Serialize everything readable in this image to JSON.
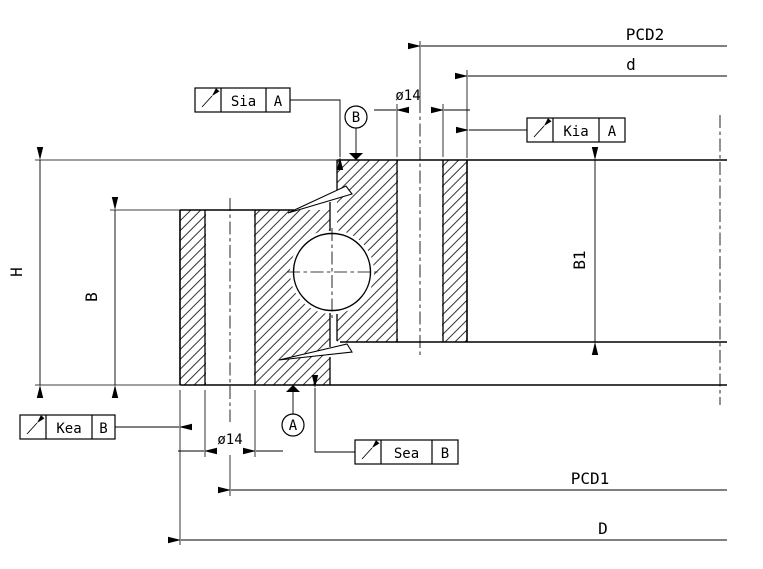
{
  "colors": {
    "line": "#000000",
    "background": "#ffffff"
  },
  "dimensions": {
    "pcd2": "PCD2",
    "bore": "d",
    "hole_top": "ø14",
    "hole_bottom": "ø14",
    "total_height": "H",
    "ring_width_b": "B",
    "ring_width_b1": "B1",
    "pcd1": "PCD1",
    "outer_diameter": "D"
  },
  "datums": {
    "a": "A",
    "b": "B"
  },
  "feature_frames": {
    "sia": {
      "characteristic": "circular-runout",
      "label": "Sia",
      "datum": "A"
    },
    "kia": {
      "characteristic": "circular-runout",
      "label": "Kia",
      "datum": "A"
    },
    "kea": {
      "characteristic": "circular-runout",
      "label": "Kea",
      "datum": "B"
    },
    "sea": {
      "characteristic": "circular-runout",
      "label": "Sea",
      "datum": "B"
    }
  }
}
